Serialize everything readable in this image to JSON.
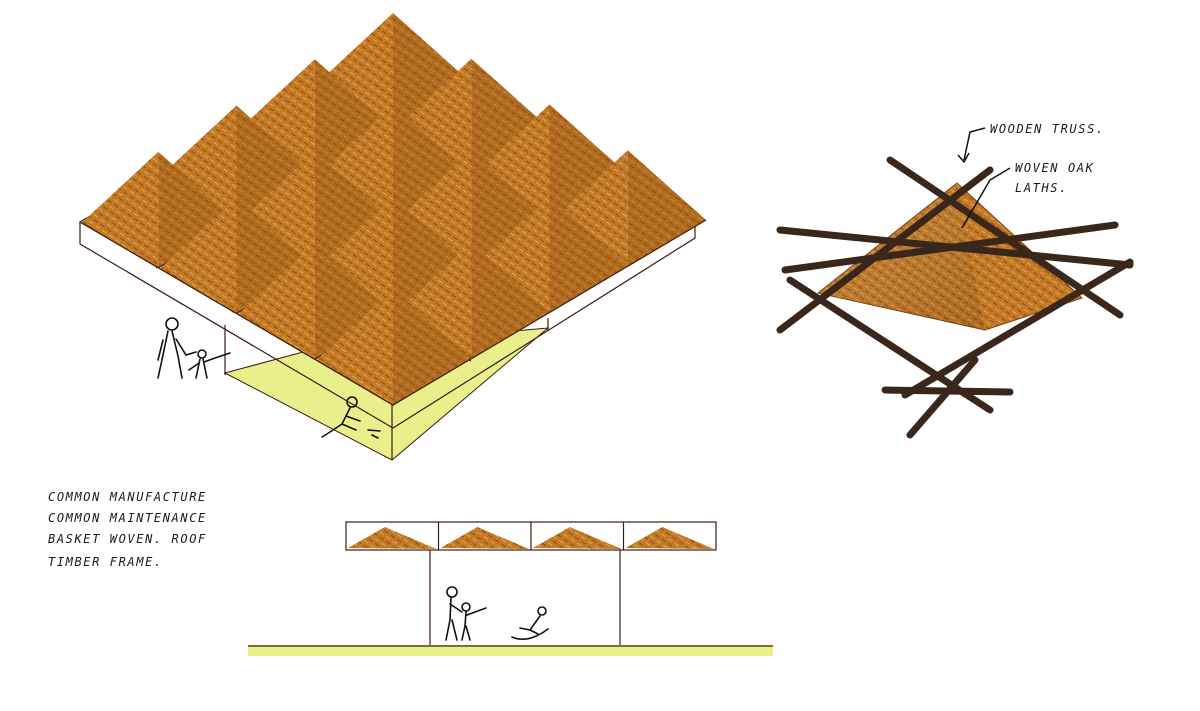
{
  "annotations": {
    "wooden_truss": "WOODEN TRUSS.",
    "woven_oak_laths_line1": "WOVEN OAK",
    "woven_oak_laths_line2": "LATHS."
  },
  "notes": {
    "line1": "COMMON MANUFACTURE",
    "line2": "COMMON MAINTENANCE",
    "line3": "BASKET WOVEN. ROOF",
    "line4": "TIMBER FRAME."
  },
  "colors": {
    "canopy_light": "#d6902e",
    "canopy_mid": "#c07522",
    "canopy_dark": "#8f4f14",
    "floor": "#e9ef8a",
    "timber": "#3a271c",
    "frame_line": "#3b1d12",
    "ink": "#111111"
  }
}
